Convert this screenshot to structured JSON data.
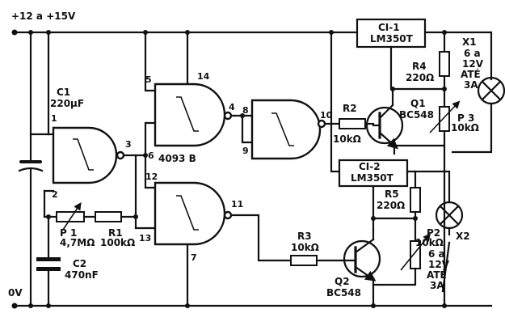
{
  "labels": {
    "supply": "+12 a +15V",
    "ground": "0V",
    "c1_name": "C1",
    "c1_value": "220µF",
    "c2_name": "C2",
    "c2_value": "470nF",
    "p1_name": "P 1",
    "p1_value": "4,7MΩ",
    "r1_name": "R1",
    "r1_value": "100kΩ",
    "r2_name": "R2",
    "r2_value": "10kΩ",
    "r3_name": "R3",
    "r3_value": "10kΩ",
    "r4_name": "R4",
    "r4_value": "220Ω",
    "r5_name": "R5",
    "r5_value": "220Ω",
    "q1_name": "Q1",
    "q1_part": "BC548",
    "q2_name": "Q2",
    "q2_part": "BC548",
    "p3_name": "P 3",
    "p3_value": "10kΩ",
    "p2_name": "P2",
    "p2_value": "10kΩ",
    "ic_part": "4093 B",
    "ci1": "CI-1",
    "ci1_part": "LM350T",
    "ci2": "CI-2",
    "ci2_part": "LM350T",
    "x1_name": "X1",
    "x1_v": "6 a",
    "x1_v2": "12V",
    "x1_ate": "ATÉ",
    "x1_a": "3A",
    "x2_name": "X2",
    "x2_v": "6 a",
    "x2_v2": "12V",
    "x2_ate": "ATÉ",
    "x2_a": "3A"
  },
  "pins": {
    "p1": "1",
    "p2": "2",
    "p3": "3",
    "p4": "4",
    "p5": "5",
    "p6": "6",
    "p7": "7",
    "p8": "8",
    "p9": "9",
    "p10": "10",
    "p11": "11",
    "p12": "12",
    "p13": "13",
    "p14": "14"
  }
}
